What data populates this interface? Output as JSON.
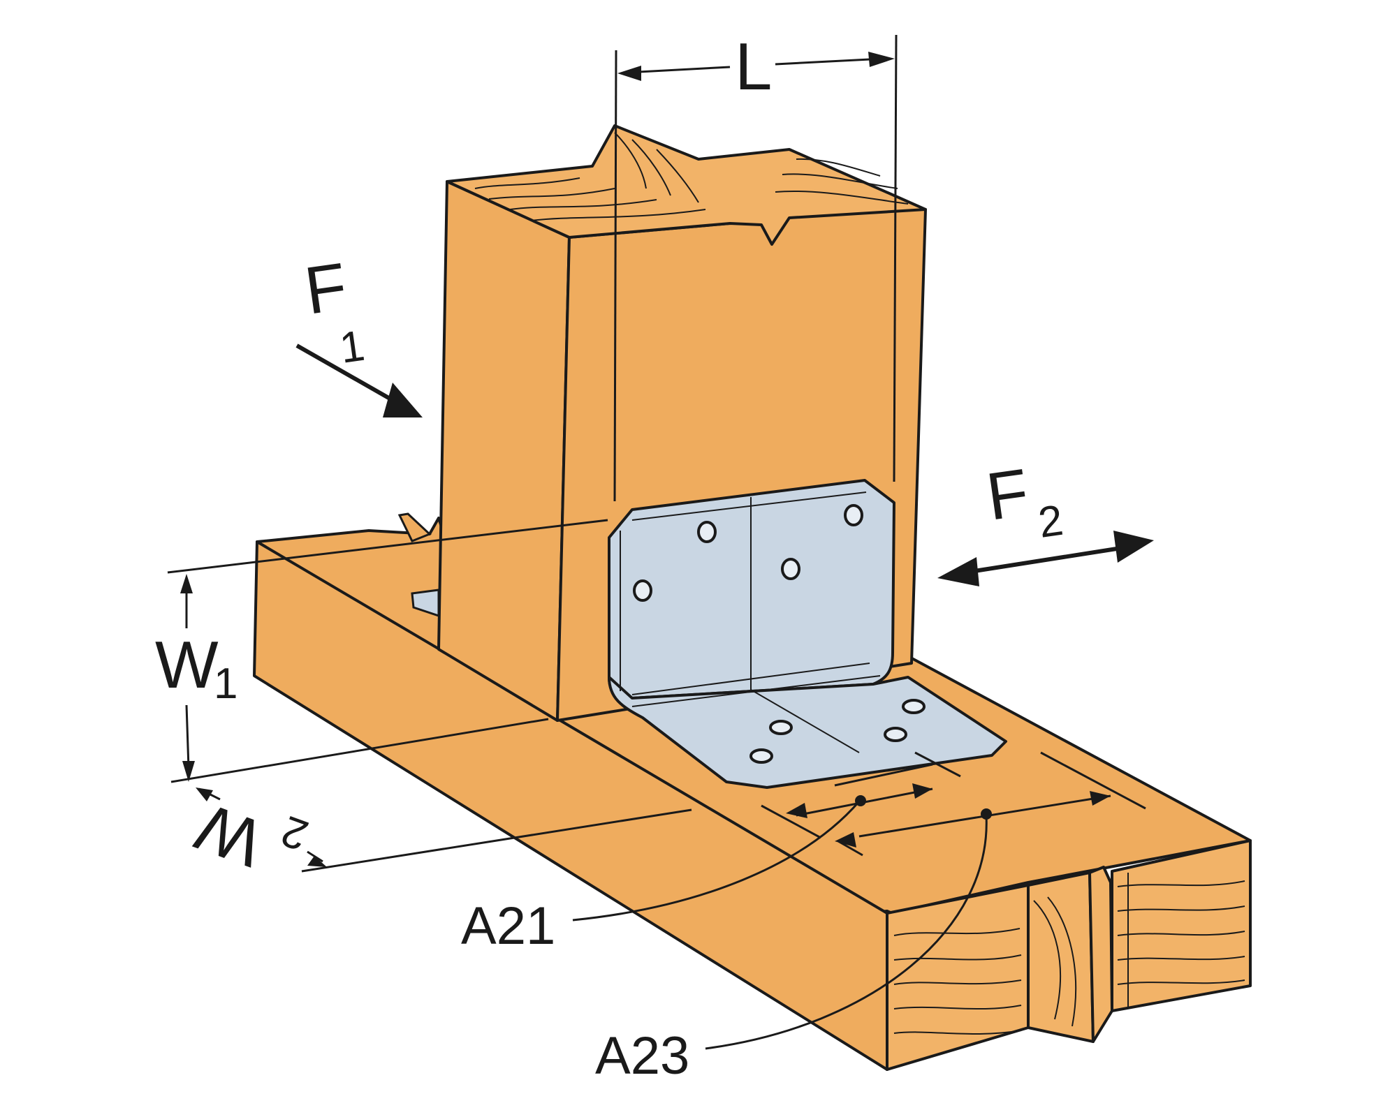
{
  "diagram": {
    "labels": {
      "length": "L",
      "force1": "F",
      "force1_sub": "1",
      "force2": "F",
      "force2_sub": "2",
      "width1": "W",
      "width1_sub": "1",
      "width2": "W",
      "width2_sub": "2",
      "ref_a21": "A21",
      "ref_a23": "A23"
    },
    "colors": {
      "wood": "#EFAC5E",
      "wood_end": "#F2B368",
      "steel": "#C9D6E3",
      "steel_edge": "#9FB0C2",
      "outline": "#1a1a1a"
    }
  }
}
